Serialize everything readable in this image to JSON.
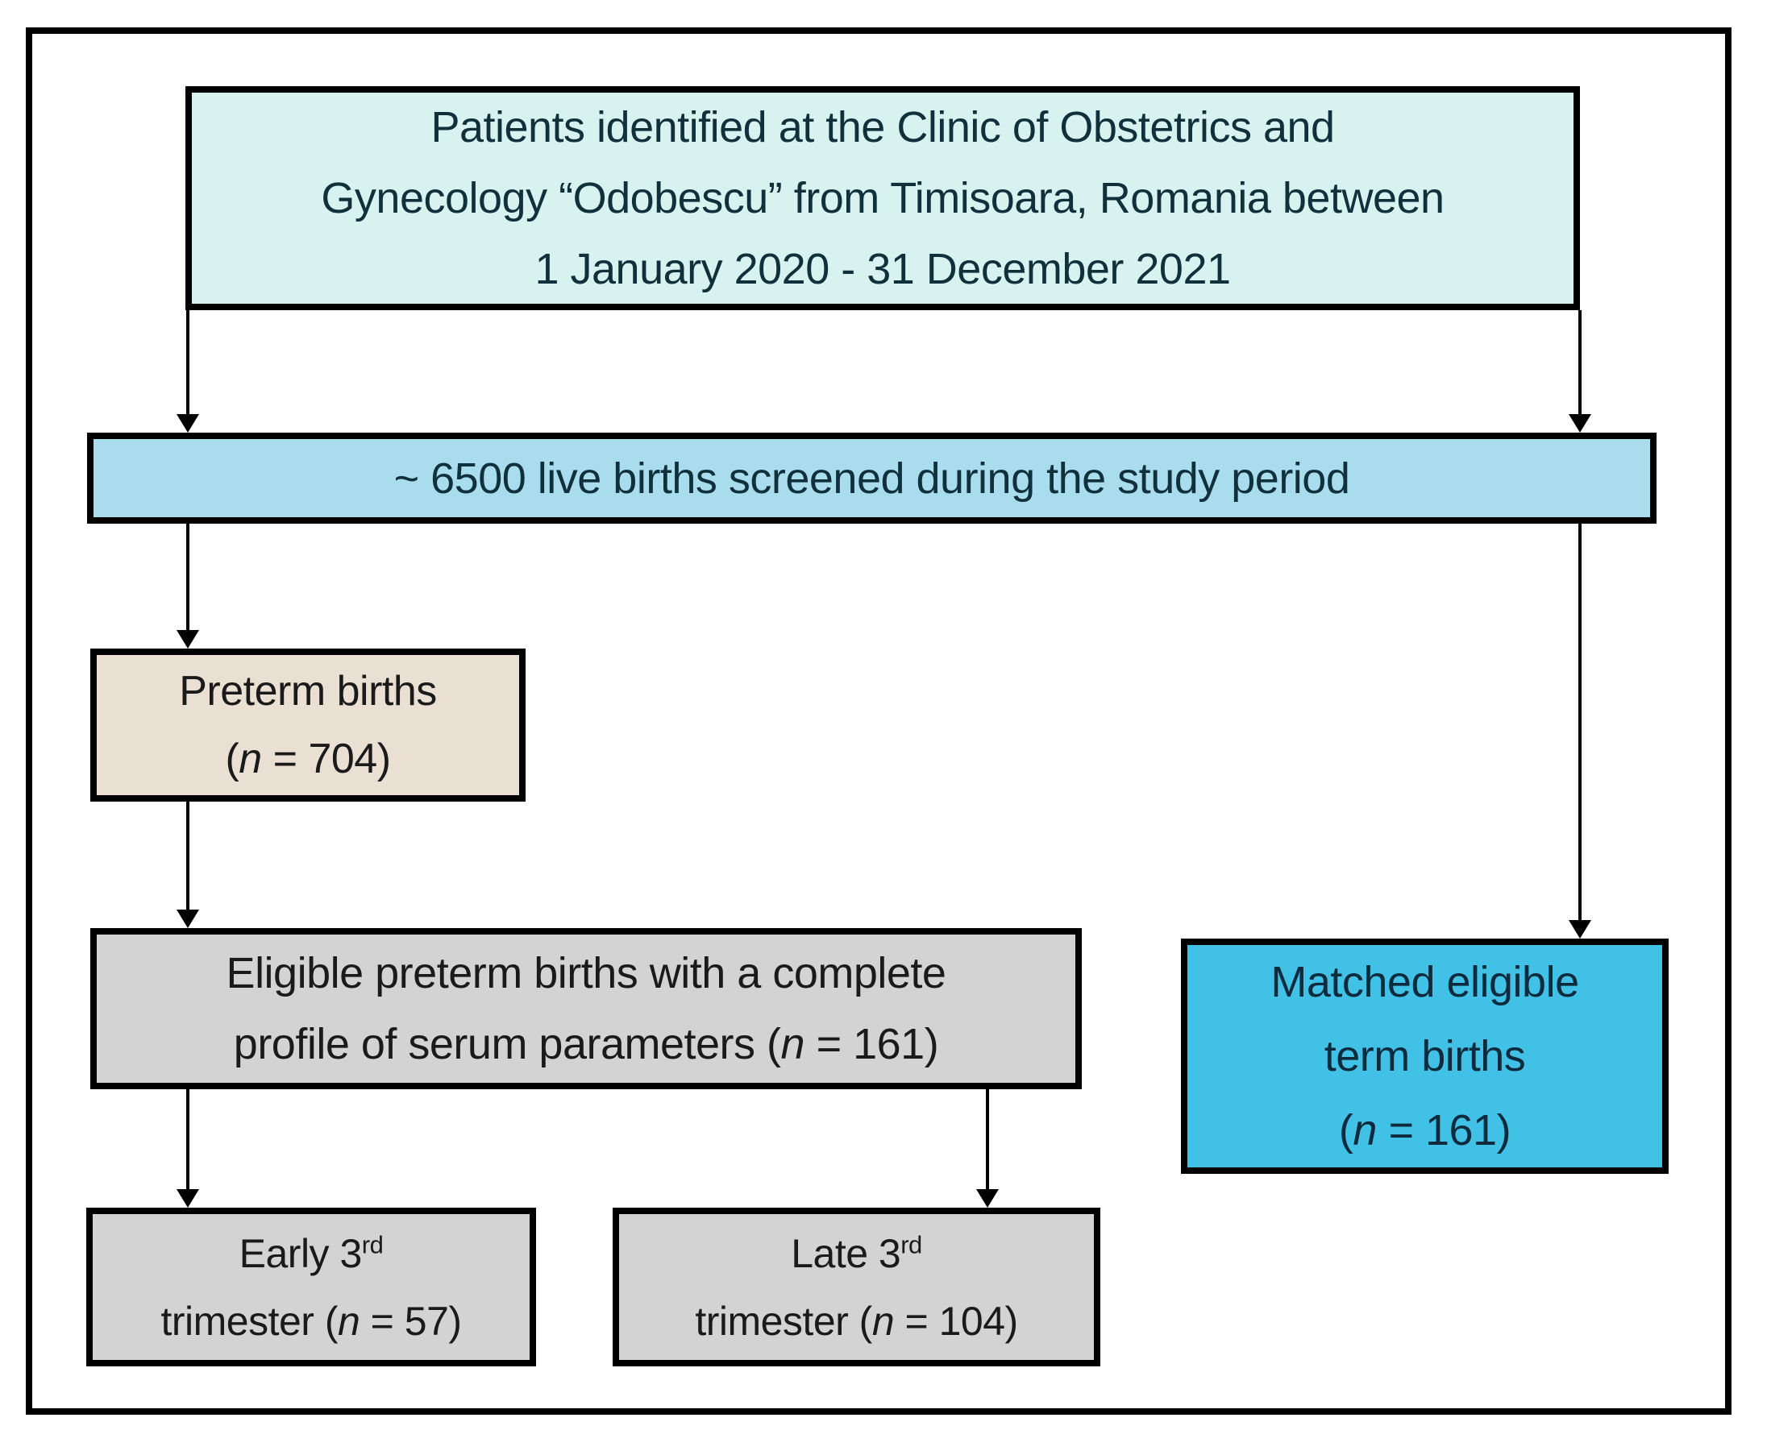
{
  "colors": {
    "patients_fill": "#d7f2ef",
    "screened_fill": "#a9dcec",
    "preterm_fill": "#eadfd3",
    "gray_fill": "#d3d3d3",
    "matched_fill": "#42c1e7",
    "border": "#000000",
    "dark_text": "#1a1a1a",
    "teal_text": "#10303c",
    "navy_text": "#0e2b3d"
  },
  "boxes": {
    "patients": {
      "lines": [
        "Patients identified at the Clinic of Obstetrics and",
        "Gynecology “Odobescu” from Timisoara, Romania between",
        "1 January 2020 - 31 December 2021"
      ]
    },
    "screened": {
      "label": "~ 6500 live births screened during the study period"
    },
    "preterm": {
      "line1": "Preterm births",
      "line2_open": "(",
      "n": "n",
      "line2_rest": " = 704)"
    },
    "eligible": {
      "line1": "Eligible preterm births with a complete",
      "line2_prefix": "profile of serum parameters (",
      "n": "n",
      "line2_suffix": " = 161)"
    },
    "matched": {
      "line1": "Matched eligible",
      "line2": "term births",
      "line3_open": "(",
      "n": "n",
      "line3_rest": " = 161)"
    },
    "early": {
      "line1_base": "Early 3",
      "line1_sup": "rd",
      "line2_prefix": "trimester (",
      "n": "n",
      "line2_suffix": " = 57)"
    },
    "late": {
      "line1_base": "Late 3",
      "line1_sup": "rd",
      "line2_prefix": "trimester (",
      "n": "n",
      "line2_suffix": " = 104)"
    }
  }
}
